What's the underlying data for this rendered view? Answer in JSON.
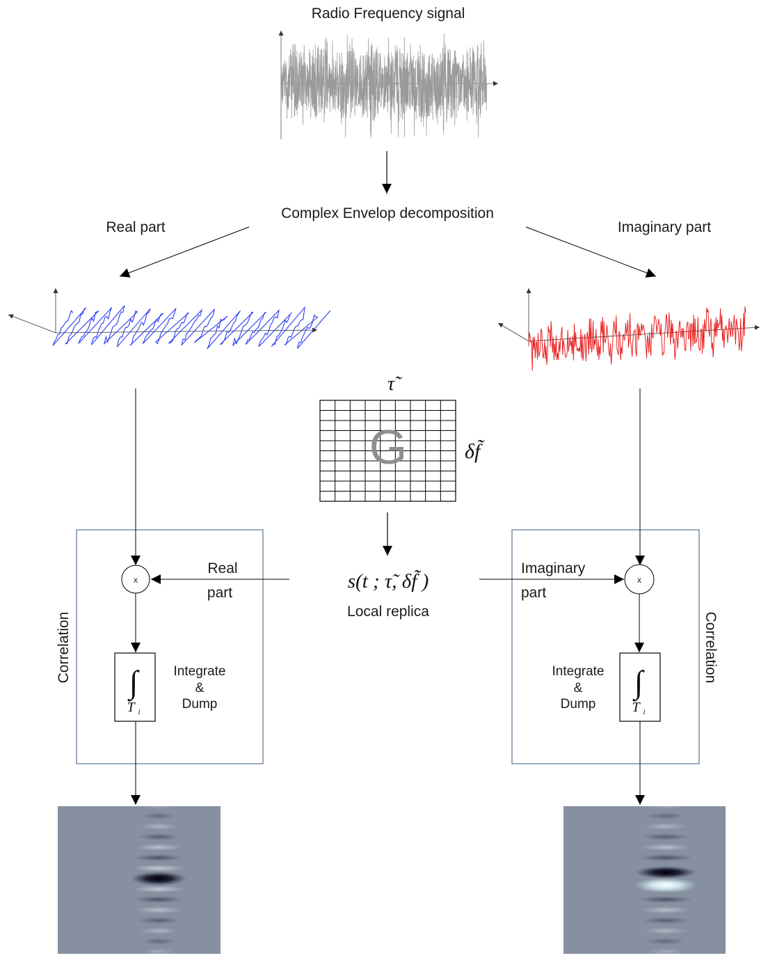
{
  "title": "Radio Frequency signal",
  "decomposition": "Complex Envelop decomposition",
  "real_part": "Real part",
  "imaginary_part": "Imaginary part",
  "grid": {
    "tau": "τ̃",
    "delta_f": "δf̃",
    "letter": "G"
  },
  "replica": {
    "formula": "s(t ; τ̃, δf̃ )",
    "caption": "Local replica"
  },
  "left_block": {
    "label": "Correlation",
    "multiplier": "x",
    "input_line1": "Real",
    "input_line2": "part",
    "integrator": "∫",
    "integrator_sub": "T",
    "integrator_sub_i": "i",
    "id_line1": "Integrate",
    "id_line2": "&",
    "id_line3": "Dump"
  },
  "right_block": {
    "label": "Correlation",
    "multiplier": "x",
    "input_line1": "Imaginary",
    "input_line2": "part",
    "integrator": "∫",
    "integrator_sub": "T",
    "integrator_sub_i": "i",
    "id_line1": "Integrate",
    "id_line2": "&",
    "id_line3": "Dump"
  },
  "colors": {
    "rf_signal": "#9a9a9a",
    "real_signal": "#2a3cf0",
    "imag_signal": "#e82020",
    "block_border": "#5a7392",
    "map_background": "#8790a0"
  }
}
